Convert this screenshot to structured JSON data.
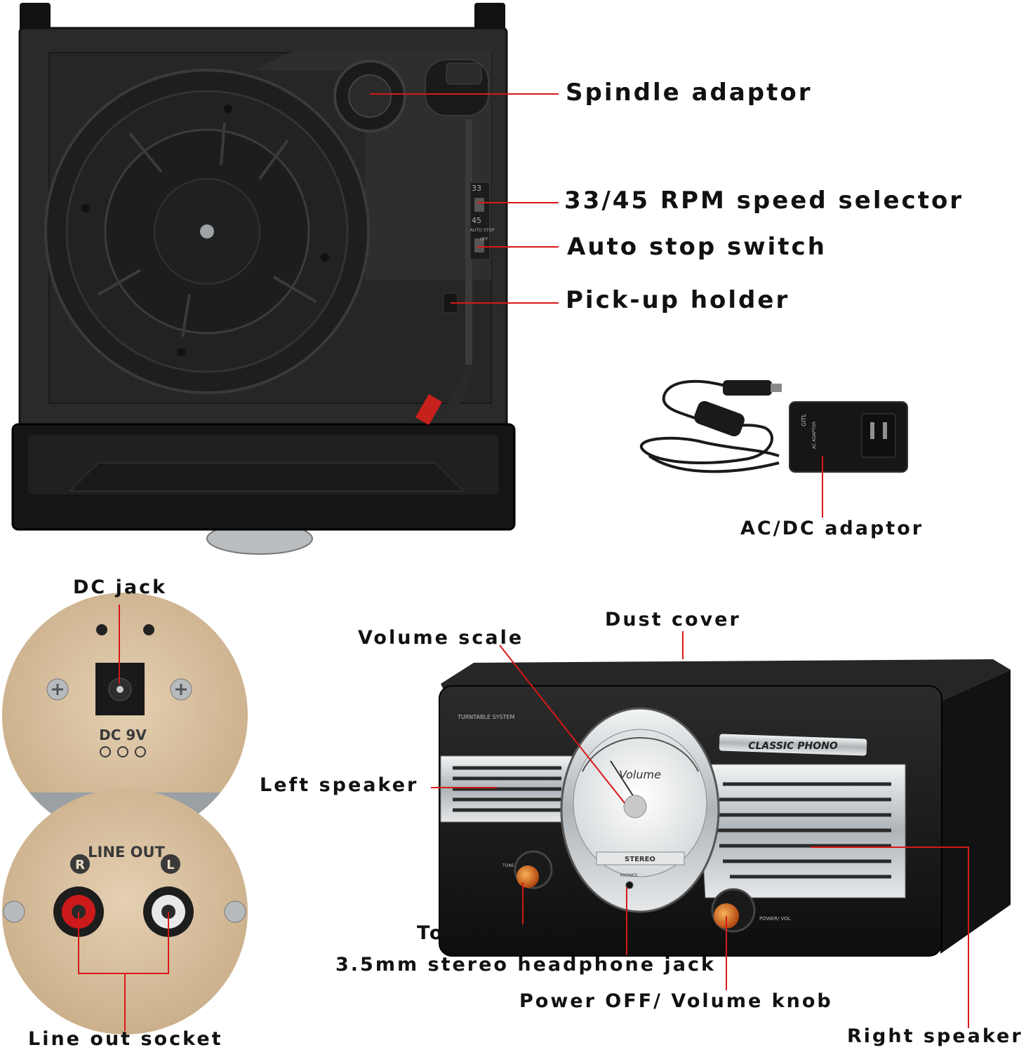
{
  "callouts": {
    "spindle_adaptor": "Spindle adaptor",
    "speed_selector": "33/45 RPM speed selector",
    "auto_stop": "Auto stop switch",
    "pickup_holder": "Pick-up holder",
    "ac_dc_adaptor": "AC/DC adaptor",
    "dc_jack": "DC jack",
    "line_out_socket": "Line out socket",
    "dust_cover": "Dust cover",
    "volume_scale": "Volume scale",
    "left_speaker": "Left speaker",
    "tone_control": "Tone control",
    "headphone_jack": "3.5mm stereo headphone jack",
    "power_volume": "Power OFF/ Volume knob",
    "right_speaker": "Right speaker"
  },
  "device_markings": {
    "speed_33": "33",
    "speed_45": "45",
    "auto_stop": "AUTO STOP",
    "off": "OFF",
    "dc_rating": "DC 9V",
    "line_out": "LINE OUT",
    "right_channel": "R",
    "left_channel": "L",
    "turntable_system": "TURNTABLE SYSTEM",
    "classic_phono": "CLASSIC PHONO",
    "volume": "Volume",
    "stereo": "STEREO",
    "phones": "PHONES",
    "tone": "TONE",
    "power_vol": "POWER/ VOL",
    "adapter_brand": "GITL",
    "adapter_title": "AC ADAPTOR"
  },
  "colors": {
    "callout_line": "#d81818",
    "device_black": "#1c1c1c",
    "board": "#d9c2a2",
    "chrome": "#cfd3d6"
  }
}
